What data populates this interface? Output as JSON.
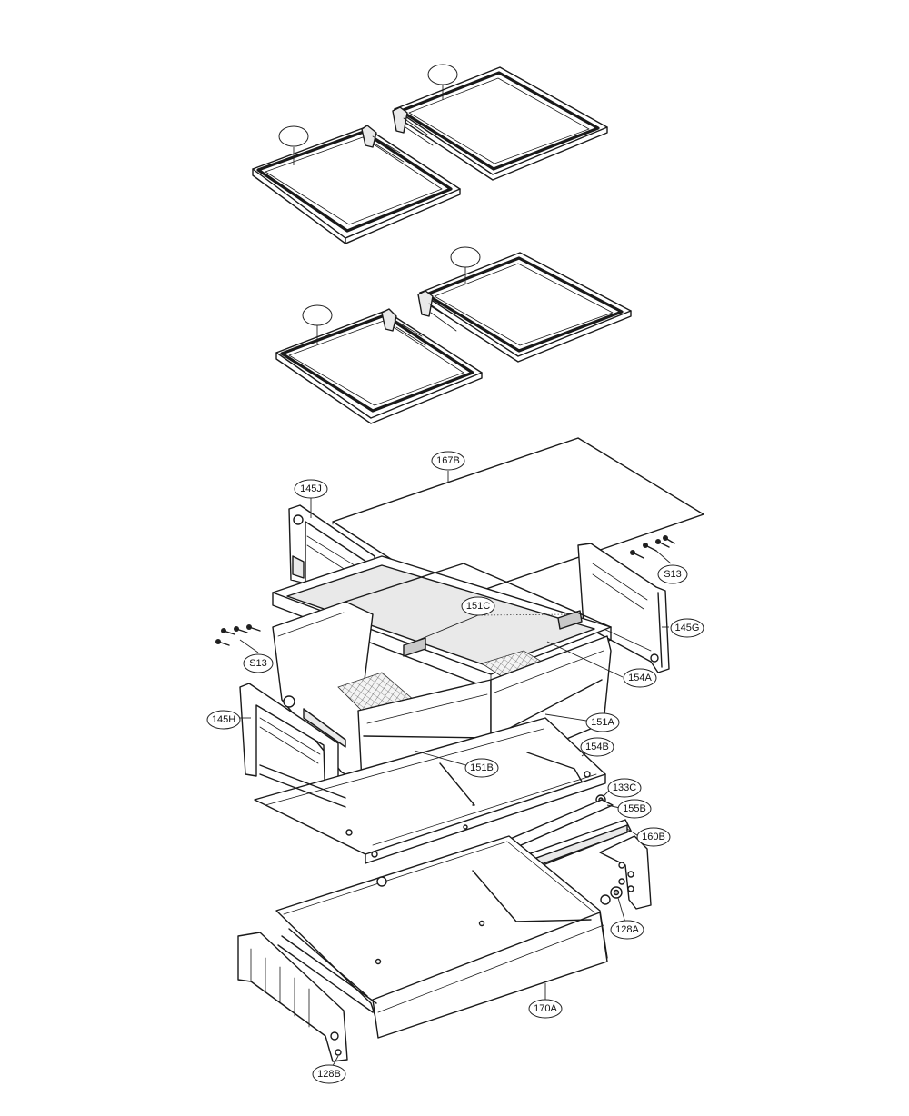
{
  "diagram": {
    "type": "exploded-parts-view",
    "callouts": [
      {
        "id": "shelf-1",
        "label": ""
      },
      {
        "id": "shelf-2",
        "label": ""
      },
      {
        "id": "shelf-3",
        "label": ""
      },
      {
        "id": "shelf-4",
        "label": ""
      },
      {
        "id": "167B",
        "label": "167B"
      },
      {
        "id": "145J",
        "label": "145J"
      },
      {
        "id": "S13-right",
        "label": "S13"
      },
      {
        "id": "145G",
        "label": "145G"
      },
      {
        "id": "151C",
        "label": "151C"
      },
      {
        "id": "S13-left",
        "label": "S13"
      },
      {
        "id": "154A",
        "label": "154A"
      },
      {
        "id": "145H",
        "label": "145H"
      },
      {
        "id": "151A",
        "label": "151A"
      },
      {
        "id": "154B",
        "label": "154B"
      },
      {
        "id": "151B",
        "label": "151B"
      },
      {
        "id": "133C",
        "label": "133C"
      },
      {
        "id": "155B",
        "label": "155B"
      },
      {
        "id": "160B",
        "label": "160B"
      },
      {
        "id": "128A",
        "label": "128A"
      },
      {
        "id": "170A",
        "label": "170A"
      },
      {
        "id": "128B",
        "label": "128B"
      }
    ]
  }
}
